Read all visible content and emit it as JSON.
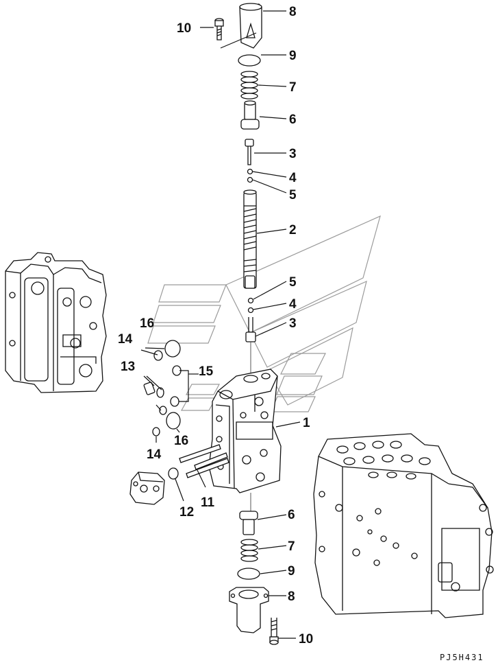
{
  "diagram": {
    "drawing_code": "PJ5H431",
    "callouts": {
      "c10_top": "10",
      "c8_top": "8",
      "c9_top": "9",
      "c7_top": "7",
      "c6_top": "6",
      "c3_top": "3",
      "c4_top": "4",
      "c5_top": "5",
      "c2": "2",
      "c5_mid": "5",
      "c4_mid": "4",
      "c3_mid": "3",
      "c16_top": "16",
      "c14_top": "14",
      "c13": "13",
      "c15": "15",
      "c1": "1",
      "c16_bot": "16",
      "c14_bot": "14",
      "c11": "11",
      "c12": "12",
      "c6_bot": "6",
      "c7_bot": "7",
      "c9_bot": "9",
      "c8_bot": "8",
      "c10_bot": "10"
    }
  }
}
